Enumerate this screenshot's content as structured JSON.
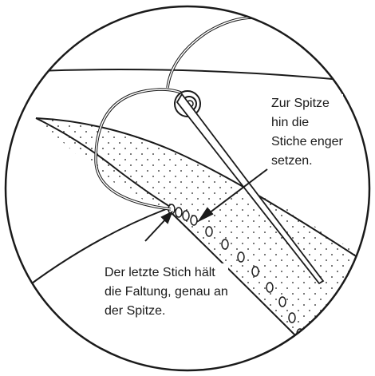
{
  "annotations": {
    "right": {
      "lines": [
        "Zur Spitze",
        "hin die",
        "Stiche enger",
        "setzen."
      ]
    },
    "bottom": {
      "lines": [
        "Der letzte Stich hält",
        "die Faltung, genau an",
        "der Spitze."
      ]
    }
  },
  "colors": {
    "ink": "#1a1a1a",
    "paper": "#ffffff"
  }
}
